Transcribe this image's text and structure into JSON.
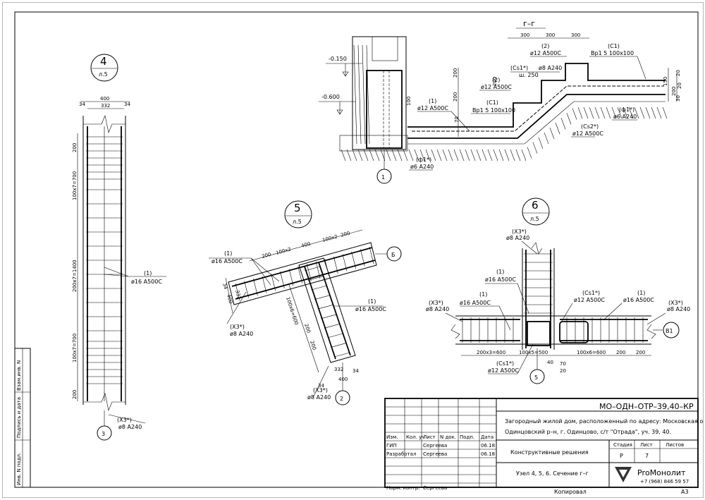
{
  "node4": {
    "circle_num": "4",
    "circle_sheet": "л.5",
    "dim_total": "400",
    "dim_inner": "332",
    "dim_left": "34",
    "dim_right": "34",
    "dims_vertical": [
      "200",
      "100х7=700",
      "200х7=1400",
      "100х7=700",
      "200"
    ],
    "bar_callout_num": "(1)",
    "bar_callout_spec": "ø16 А500С",
    "stirrup_callout_num": "(Х3*)",
    "stirrup_callout_spec": "ø8 А240",
    "end_marker": "3"
  },
  "node5": {
    "circle_num": "5",
    "circle_sheet": "л.5",
    "bar_callout_num": "(1)",
    "bar_callout_spec": "ø16 А500С",
    "bar_callout2_num": "(1)",
    "bar_callout2_spec": "ø16 А500С",
    "dims_top": [
      "200",
      "100х2",
      "400",
      "100х2",
      "200"
    ],
    "dims_side": [
      "34",
      "332",
      "400"
    ],
    "dims_leg": [
      "100х6=600",
      "200",
      "200"
    ],
    "stirrup_callout_num": "(Х3*)",
    "stirrup_callout_spec": "ø8 А240",
    "stirrup2_num": "(Х3*)",
    "stirrup2_spec": "ø8 А240",
    "bottom_dims": [
      "34",
      "332",
      "34",
      "400"
    ],
    "axis_label": "Б",
    "end_marker": "2"
  },
  "node6": {
    "circle_num": "6",
    "circle_sheet": "л.5",
    "top_stirrup_num": "(Х3*)",
    "top_stirrup_spec": "ø8 А240",
    "bar_num_1": "(1)",
    "bar_spec_1": "ø16 А500С",
    "bar_num_2": "(1)",
    "bar_spec_2": "ø16 А500С",
    "bar_num_3": "(1)",
    "bar_spec_3": "ø16 А500С",
    "cs1_num": "(Сs1*)",
    "cs1_spec": "ø12 А500С",
    "cs1b_num": "(Сs1*)",
    "cs1b_spec": "ø12 А500С",
    "left_stirrup_num": "(Х3*)",
    "left_stirrup_spec": "ø8 А240",
    "right_stirrup_num": "(Х3*)",
    "right_stirrup_spec": "ø8 А240",
    "dims_bottom": [
      "200х3=600",
      "100х5=500",
      "100х6=600",
      "200",
      "200"
    ],
    "small_dims": [
      "40",
      "70",
      "20"
    ],
    "axis_label": "В1",
    "end_marker": "5"
  },
  "section_gg": {
    "title": "г–г",
    "dims_top": [
      "300",
      "300",
      "300"
    ],
    "level1": "-0.150",
    "level2": "-0.600",
    "c1_num": "(С1)",
    "c1_spec": "Вр1 5 100х100",
    "c1b_num": "(С1)",
    "c1b_spec": "Вр1 5 100х100",
    "bar2_num": "(2)",
    "bar2_spec": "ø12 А500С",
    "bar2b_num": "(2)",
    "bar2b_spec": "ø12 А500С",
    "cs1_num": "(Сs1*)",
    "cs1_spec": "ø8 А240",
    "cs1_step": "ш. 250",
    "bar1_num": "(1)",
    "bar1_spec": "ø12 А500С",
    "cs2_num": "(Сs2*)",
    "cs2_spec": "ø12 А500С",
    "f1_num": "(ф1*)",
    "f1_spec": "ø6 А240",
    "f1b_num": "(ф1*)",
    "f1b_spec": "ø6 А240",
    "side_dims": [
      "200",
      "200",
      "100",
      "70",
      "200",
      "150",
      "200",
      "30",
      "20",
      "20"
    ],
    "end_marker": "1"
  },
  "margin": {
    "vzam": "Взам.инв. N",
    "podpis": "Подпись и дата",
    "inv": "Инв. N подл."
  },
  "title_block": {
    "code": "МО–ОДН–ОТР–39,40–КР",
    "address_line1": "Загородный жилой дом, расположенный по адресу: Московская обл.",
    "address_line2": "Одинцовский р–н, г. Одинцово, с/т \"Отрада\", уч. 39, 40.",
    "headers": [
      "Изм.",
      "Кол. уч",
      "Лист",
      "N док.",
      "Подп.",
      "Дата"
    ],
    "rows": [
      {
        "role": "ГИП",
        "name": "Сергеева",
        "date": "06.18"
      },
      {
        "role": "Разработал",
        "name": "Сергеева",
        "date": "06.18"
      },
      {
        "role": "Норм. контр.",
        "name": "Сергеева",
        "date": ""
      }
    ],
    "section_title": "Конструктивные решения",
    "stage_label": "Стадия",
    "sheet_label": "Лист",
    "sheets_label": "Листов",
    "stage": "Р",
    "sheet": "7",
    "sheets": "",
    "drawing_title": "Узел 4, 5, 6. Сечение г–г",
    "company": "PrоМонолит",
    "phone": "+7 (968) 846 59 57",
    "copied": "Копировал",
    "format": "А3"
  }
}
